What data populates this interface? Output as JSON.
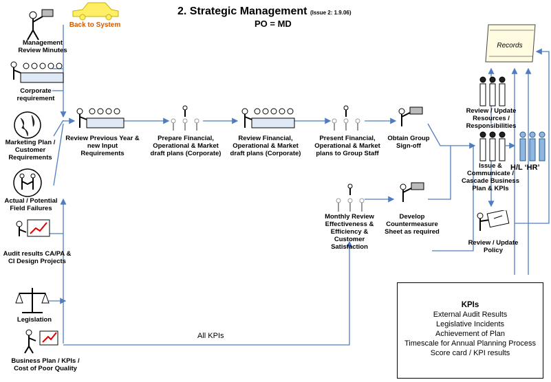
{
  "title": {
    "main": "2. Strategic Management",
    "issue": "(Issue 2: 1.9.06)",
    "owner": "PO = MD"
  },
  "back_button": "Back to System",
  "records_label": "Records",
  "inputs": [
    "Management Review Minutes",
    "Corporate requirement",
    "Marketing Plan / Customer Requirements",
    "Actual / Potential Field Failures",
    "Audit results CA/PA & CI Design Projects",
    "Legislation",
    "Business Plan / KPIs / Cost of Poor Quality"
  ],
  "steps": {
    "review_previous": "Review Previous Year & new Input Requirements",
    "prepare_plans": "Prepare Financial, Operational & Market draft plans (Corporate)",
    "review_plans": "Review Financial, Operational & Market draft plans (Corporate)",
    "present_plans": "Present Financial, Operational & Market plans to Group Staff",
    "obtain_signoff": "Obtain Group Sign-off",
    "monthly_review": "Monthly Review Effectiveness & Efficiency & Customer Satisfaction",
    "countermeasure": "Develop Countermeasure Sheet as required",
    "update_resources": "Review / Update Resources / Responsibilities",
    "cascade": "Issue & Communicate / Cascade Business Plan & KPIs",
    "hl_hr": "H/L ‘HR’",
    "update_policy": "Review / Update Policy"
  },
  "all_kpis": "All KPIs",
  "kpis": {
    "heading": "KPIs",
    "items": [
      "External Audit Results",
      "Legislative Incidents",
      "Achievement of Plan",
      "Timescale for Annual Planning Process",
      "Score card / KPI results"
    ]
  },
  "colors": {
    "arrow": "#4f7dbf",
    "car": "#ffee66",
    "back_text": "#d05a00",
    "hr_people": "#8fb6e0"
  }
}
